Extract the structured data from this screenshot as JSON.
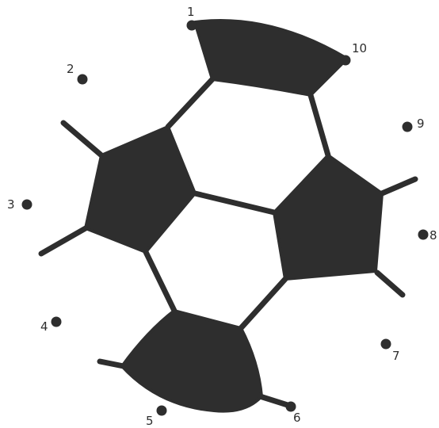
{
  "colors": {
    "ink": "#2e2e2e",
    "background": "#ffffff"
  },
  "dots": [
    {
      "label": "1"
    },
    {
      "label": "2"
    },
    {
      "label": "3"
    },
    {
      "label": "4"
    },
    {
      "label": "5"
    },
    {
      "label": "6"
    },
    {
      "label": "7"
    },
    {
      "label": "8"
    },
    {
      "label": "9"
    },
    {
      "label": "10"
    }
  ]
}
